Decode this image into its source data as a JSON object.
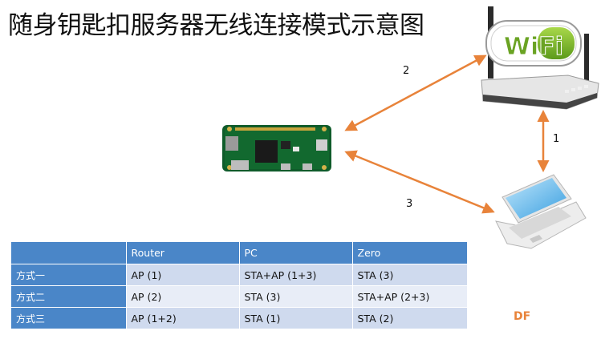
{
  "title": "随身钥匙扣服务器无线连接模式示意图",
  "wifi_logo_text": "WiFi",
  "edges": [
    {
      "label": "2",
      "from": "router",
      "to": "pi"
    },
    {
      "label": "1",
      "from": "router",
      "to": "laptop"
    },
    {
      "label": "3",
      "from": "laptop",
      "to": "pi"
    }
  ],
  "colors": {
    "arrow": "#e8833a",
    "table_header": "#4a86c8",
    "row_dark": "#cfdaee",
    "row_light": "#e8edf7"
  },
  "table": {
    "headers": [
      "",
      "Router",
      "PC",
      "Zero"
    ],
    "rows": [
      {
        "label": "方式一",
        "cells": [
          "AP (1)",
          "STA+AP (1+3)",
          "STA (3)"
        ]
      },
      {
        "label": "方式二",
        "cells": [
          "AP (2)",
          "STA (3)",
          "STA+AP (2+3)"
        ]
      },
      {
        "label": "方式三",
        "cells": [
          "AP (1+2)",
          "STA (1)",
          "STA (2)"
        ]
      }
    ]
  },
  "watermark": "DF"
}
